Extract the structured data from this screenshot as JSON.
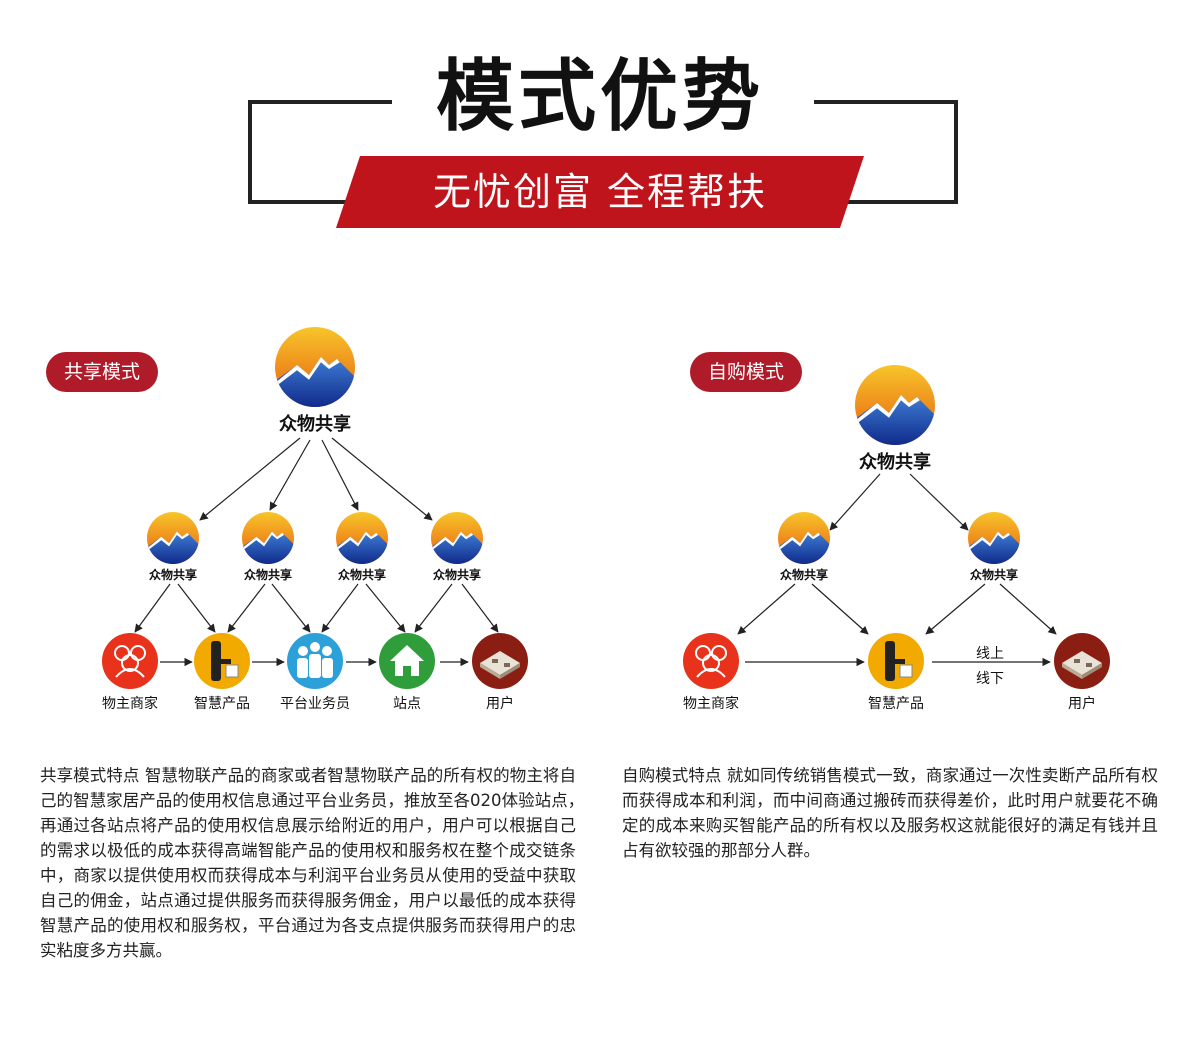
{
  "header": {
    "title": "模式优势",
    "subtitle": "无忧创富 全程帮扶",
    "banner_color": "#c0141c"
  },
  "brand": {
    "name": "众物共享"
  },
  "colors": {
    "tag": "#b01b2a",
    "arrow": "#222222",
    "icon_red": "#e8321b",
    "icon_yellow": "#f2a900",
    "icon_blue": "#2ca0d8",
    "icon_green": "#2f9e3a",
    "icon_brown": "#8b1e12"
  },
  "shared_mode": {
    "tag": "共享模式",
    "nodes": [
      {
        "label": "物主商家",
        "icon": "merchant-icon"
      },
      {
        "label": "智慧产品",
        "icon": "smart-lock-icon"
      },
      {
        "label": "平台业务员",
        "icon": "salesperson-group-icon"
      },
      {
        "label": "站点",
        "icon": "house-icon"
      },
      {
        "label": "用户",
        "icon": "home-user-icon"
      }
    ],
    "description": "共享模式特点 智慧物联产品的商家或者智慧物联产品的所有权的物主将自己的智慧家居产品的使用权信息通过平台业务员，推放至各020体验站点，　再通过各站点将产品的使用权信息展示给附近的用户，用户可以根据自己的需求以极低的成本获得高端智能产品的使用权和服务权在整个成交链条中，商家以提供使用权而获得成本与利润平台业务员从使用的受益中获取自己的佣金，站点通过提供服务而获得服务佣金，用户以最低的成本获得智慧产品的使用权和服务权，平台通过为各支点提供服务而获得用户的忠实粘度多方共赢。"
  },
  "purchase_mode": {
    "tag": "自购模式",
    "nodes": [
      {
        "label": "物主商家",
        "icon": "merchant-icon"
      },
      {
        "label": "智慧产品",
        "icon": "smart-lock-icon"
      },
      {
        "label": "用户",
        "icon": "home-user-icon"
      }
    ],
    "edge_labels": {
      "online": "线上",
      "offline": "线下"
    },
    "description": "自购模式特点 就如同传统销售模式一致，商家通过一次性卖断产品所有权而获得成本和利润，而中间商通过搬砖而获得差价，此时用户就要花不确定的成本来购买智能产品的所有权以及服务权这就能很好的满足有钱并且占有欲较强的那部分人群。"
  }
}
